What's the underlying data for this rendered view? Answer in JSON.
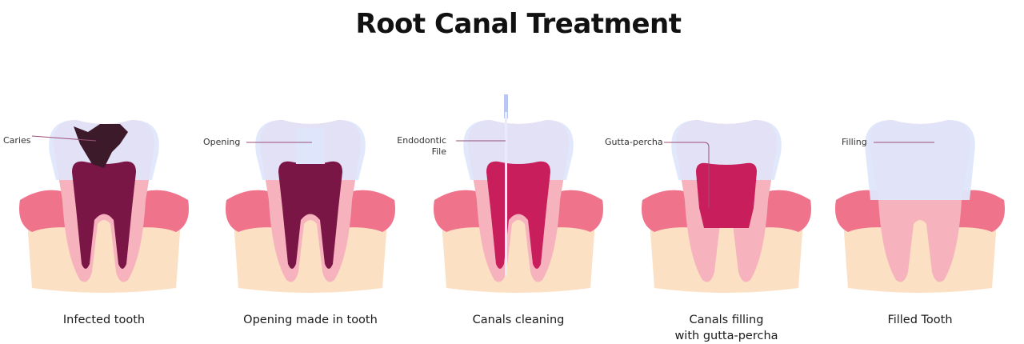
{
  "title": "Root Canal Treatment",
  "colors": {
    "gum": "#f0738c",
    "gum_light": "#f7a5b4",
    "bone": "#fbe0c4",
    "enamel": "#dfe6fb",
    "dentin": "#f7b3bd",
    "pulp_infected": "#7a1646",
    "pulp_clean": "#c81e5c",
    "caries": "#3d1a2a",
    "callout_line": "#9a4f78"
  },
  "steps": [
    {
      "caption_lines": [
        "Infected tooth"
      ],
      "callout": "Caries"
    },
    {
      "caption_lines": [
        "Opening made in tooth"
      ],
      "callout": "Opening"
    },
    {
      "caption_lines": [
        "Canals cleaning"
      ],
      "callout_lines": [
        "Endodontic",
        "File"
      ]
    },
    {
      "caption_lines": [
        "Canals filling",
        "with gutta-percha"
      ],
      "callout": "Gutta-percha"
    },
    {
      "caption_lines": [
        "Filled Tooth"
      ],
      "callout": "Filling"
    }
  ]
}
